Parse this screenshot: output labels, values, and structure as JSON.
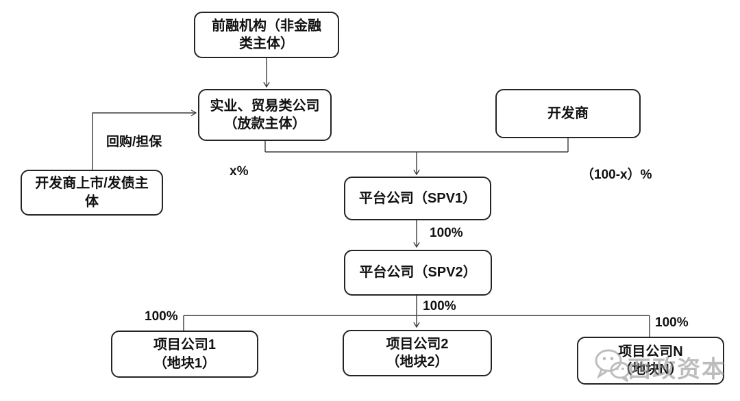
{
  "diagram": {
    "title_hint": "pre-financing shareholding structure flowchart",
    "nodes": {
      "pre_financing": {
        "label": "前融机构（非金融\n类主体）"
      },
      "lending_company": {
        "label": "实业、贸易类公司\n（放款主体）"
      },
      "developer": {
        "label": "开发商"
      },
      "listed_issuer": {
        "label": "开发商上市/发债主\n体"
      },
      "spv1": {
        "label": "平台公司（SPV1）"
      },
      "spv2": {
        "label": "平台公司（SPV2）"
      },
      "project1": {
        "label": "项目公司1\n（地块1）"
      },
      "project2": {
        "label": "项目公司2\n（地块2）"
      },
      "projectN": {
        "label": "项目公司N\n（地块N）"
      }
    },
    "labels": {
      "repurchase_guarantee": "回购/担保",
      "x_percent": "x%",
      "remainder_percent": "（100-x）%",
      "spv1_to_spv2_percent": "100%",
      "spv2_to_project2_percent": "100%",
      "to_project1_percent": "100%",
      "to_projectN_percent": "100%"
    },
    "watermark": {
      "text": "西政资本",
      "icon": "wechat-icon"
    },
    "colors": {
      "background": "#ffffff",
      "node_border": "#242424",
      "text": "#111111",
      "connector": "#3a3a3a",
      "watermark": "#8f8f8f"
    }
  }
}
